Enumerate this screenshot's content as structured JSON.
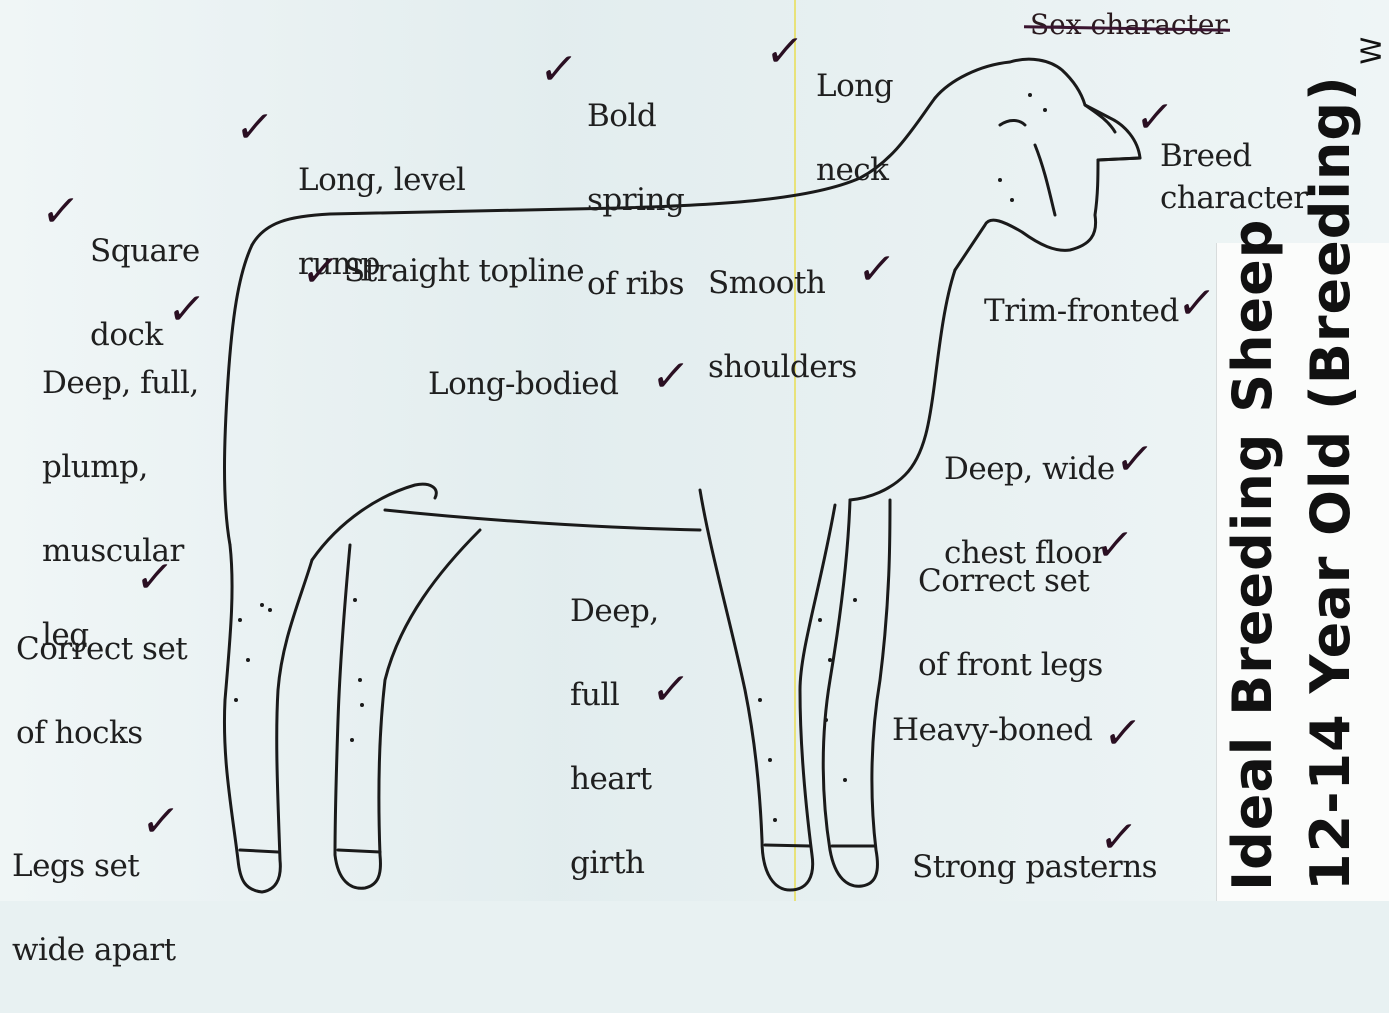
{
  "labels": {
    "square_dock": [
      "Square",
      "dock"
    ],
    "long_level_rump": [
      "Long, level",
      "rump"
    ],
    "bold_spring": [
      "Bold",
      "spring",
      "of ribs"
    ],
    "long_neck": [
      "Long",
      "neck"
    ],
    "sex_character": "Sex character",
    "breed_character": "Breed character",
    "straight_topline": "Straight topline",
    "smooth_shoulders": [
      "Smooth",
      "shoulders"
    ],
    "trim_fronted": "Trim-fronted",
    "deep_leg": [
      "Deep, full,",
      "plump,",
      "muscular",
      "leg"
    ],
    "long_bodied": "Long-bodied",
    "deep_chest": [
      "Deep, wide",
      "chest floor"
    ],
    "correct_front_legs": [
      "Correct set",
      "of front legs"
    ],
    "correct_hocks": [
      "Correct set",
      "of hocks"
    ],
    "deep_heart_girth": [
      "Deep,",
      "full",
      "heart",
      "girth"
    ],
    "heavy_boned": "Heavy-boned",
    "legs_wide": [
      "Legs set",
      "wide apart"
    ],
    "strong_pasterns": "Strong pasterns"
  },
  "check_mark": "✓",
  "handwritten_note": {
    "line1": "Ideal Breeding Sheep",
    "line2": "12-14 Year Old (Breeding)"
  },
  "edge_mark": "W",
  "colors": {
    "ink": "#1f1f1f",
    "marker": "#2a0f22",
    "background": "#e8f1f2",
    "fold_line": "#e8e27a"
  }
}
